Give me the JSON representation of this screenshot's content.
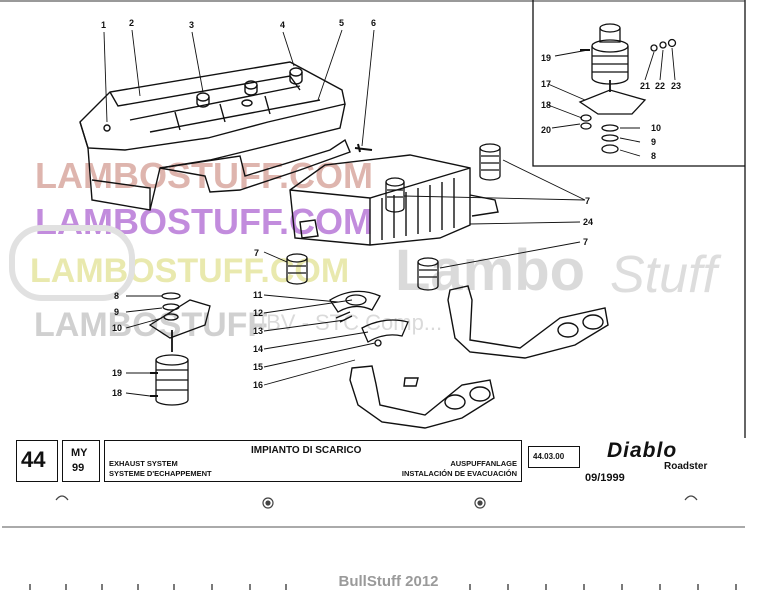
{
  "watermarks": {
    "lambostuff_1": "LAMBOSTUFF.COM",
    "lambostuff_2": "LAMBOSTUFF.COM",
    "lambostuff_3": "LAMBOSTUFF.COM",
    "lamboplus": "LAMBOSTUFF",
    "lambo_stuff_lambo": "Lambo",
    "lambo_stuff_stuff": "Stuff",
    "ibv": "IBV - STC Comp..."
  },
  "callouts": [
    "1",
    "2",
    "3",
    "4",
    "5",
    "6",
    "19",
    "21",
    "22",
    "23",
    "17",
    "18",
    "20",
    "10",
    "9",
    "8",
    "7",
    "7",
    "24",
    "7",
    "7",
    "8",
    "9",
    "10",
    "11",
    "12",
    "13",
    "14",
    "15",
    "16",
    "19",
    "18"
  ],
  "title_block": {
    "page_number": "44",
    "my_label": "MY",
    "my_year": "99",
    "title_it": "IMPIANTO DI SCARICO",
    "title_en": "EXHAUST SYSTEM",
    "title_fr": "SYSTEME D'ECHAPPEMENT",
    "title_de": "AUSPUFFANLAGE",
    "title_es": "INSTALACIÓN DE EVACUACIÓN",
    "table_code": "44.03.00",
    "model": "Diablo",
    "variant": "Roadster",
    "date": "09/1999"
  },
  "footer": {
    "credit": "BullStuff 2012"
  },
  "colors": {
    "watermark_red": "#d9a9a0",
    "watermark_purple": "#b879d8",
    "watermark_grey": "#c8c8c8",
    "line": "#111111",
    "credit": "#9a9a9a"
  }
}
